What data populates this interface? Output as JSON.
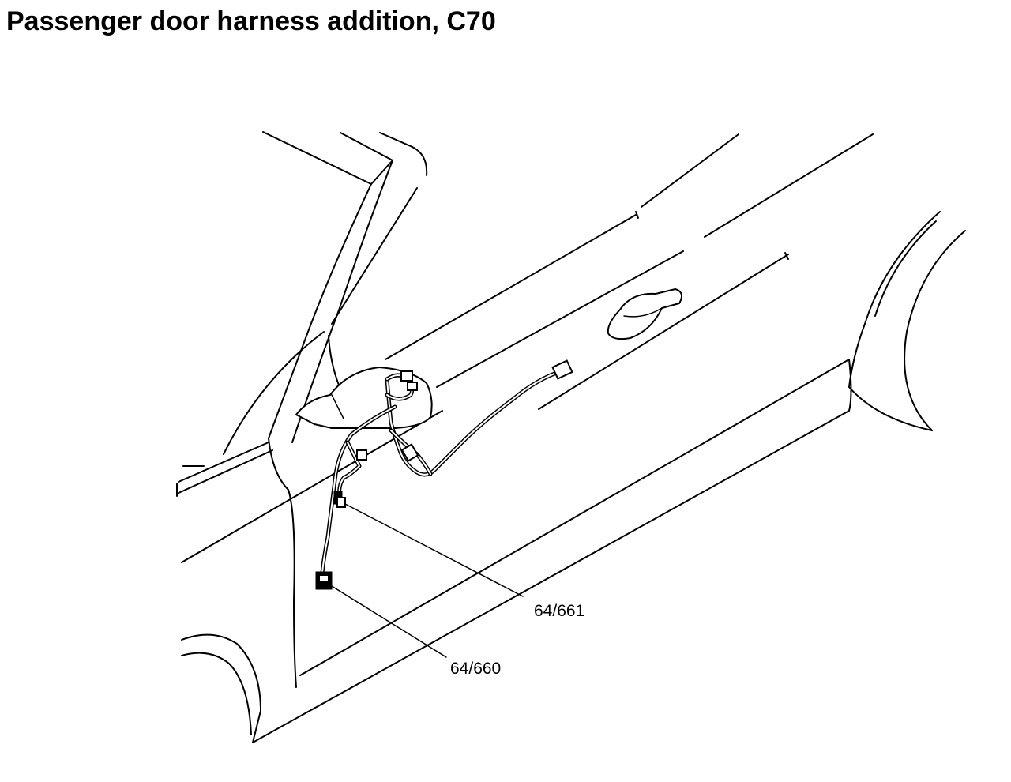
{
  "title": "Passenger door harness addition, C70",
  "callouts": [
    {
      "id": "connector-64-661",
      "label": "64/661"
    },
    {
      "id": "connector-64-660",
      "label": "64/660"
    }
  ],
  "colors": {
    "line": "#000000",
    "background": "#ffffff"
  }
}
